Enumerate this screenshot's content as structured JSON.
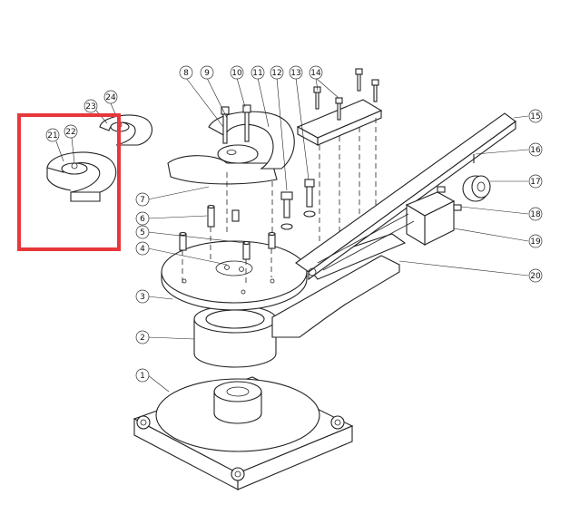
{
  "diagram": {
    "highlight_color": "#e8373a",
    "callouts": [
      "1",
      "2",
      "3",
      "4",
      "5",
      "6",
      "7",
      "8",
      "9",
      "10",
      "11",
      "12",
      "13",
      "14",
      "15",
      "16",
      "17",
      "18",
      "19",
      "20",
      "21",
      "22",
      "23",
      "24"
    ]
  }
}
